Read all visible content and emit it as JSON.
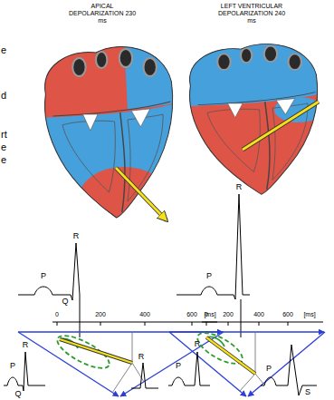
{
  "diagram": {
    "labels": [
      "APICAL DEPOLARIZATION 230 ms",
      "LEFT VENTRICULAR DEPOLARIZATION 240 ms",
      "e",
      "d",
      "rt",
      "e",
      "e",
      "P",
      "R",
      "Q",
      "0",
      "200",
      "400",
      "600",
      "[ms]",
      "R",
      "P",
      "Q",
      "R",
      "R",
      "P",
      "0",
      "200",
      "400",
      "600",
      "[ms]",
      "R",
      "P",
      "P",
      "S"
    ]
  }
}
